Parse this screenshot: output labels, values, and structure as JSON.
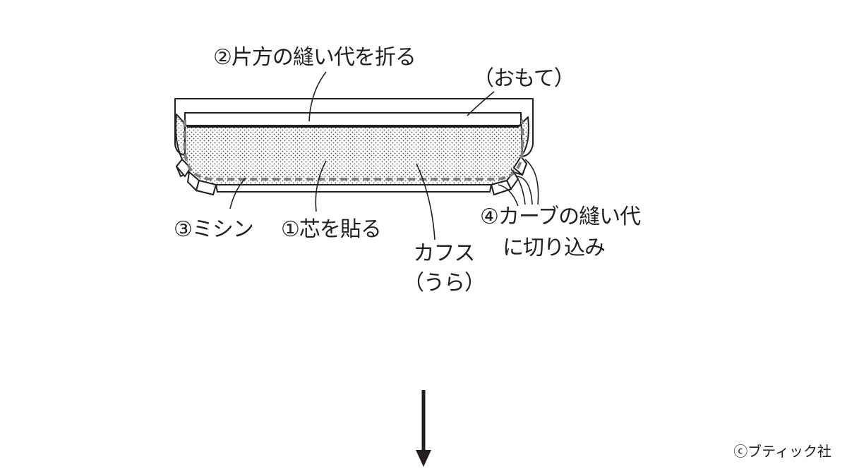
{
  "labels": {
    "fold_seam": "②片方の縫い代を折る",
    "front_side": "（おもて）",
    "stitch": "③ミシン",
    "interfacing": "①芯を貼る",
    "cuff_line1": "カフス",
    "cuff_line2": "（うら）",
    "notch_line1": "④カーブの縫い代",
    "notch_line2": "に切り込み"
  },
  "credit": "ⓒブティック社",
  "colors": {
    "ink": "#231f20",
    "stitch_line": "#7f7f7f",
    "dot_fill": "#4d4d4d"
  },
  "icons": {
    "flow_arrow": "arrow-down-icon"
  }
}
